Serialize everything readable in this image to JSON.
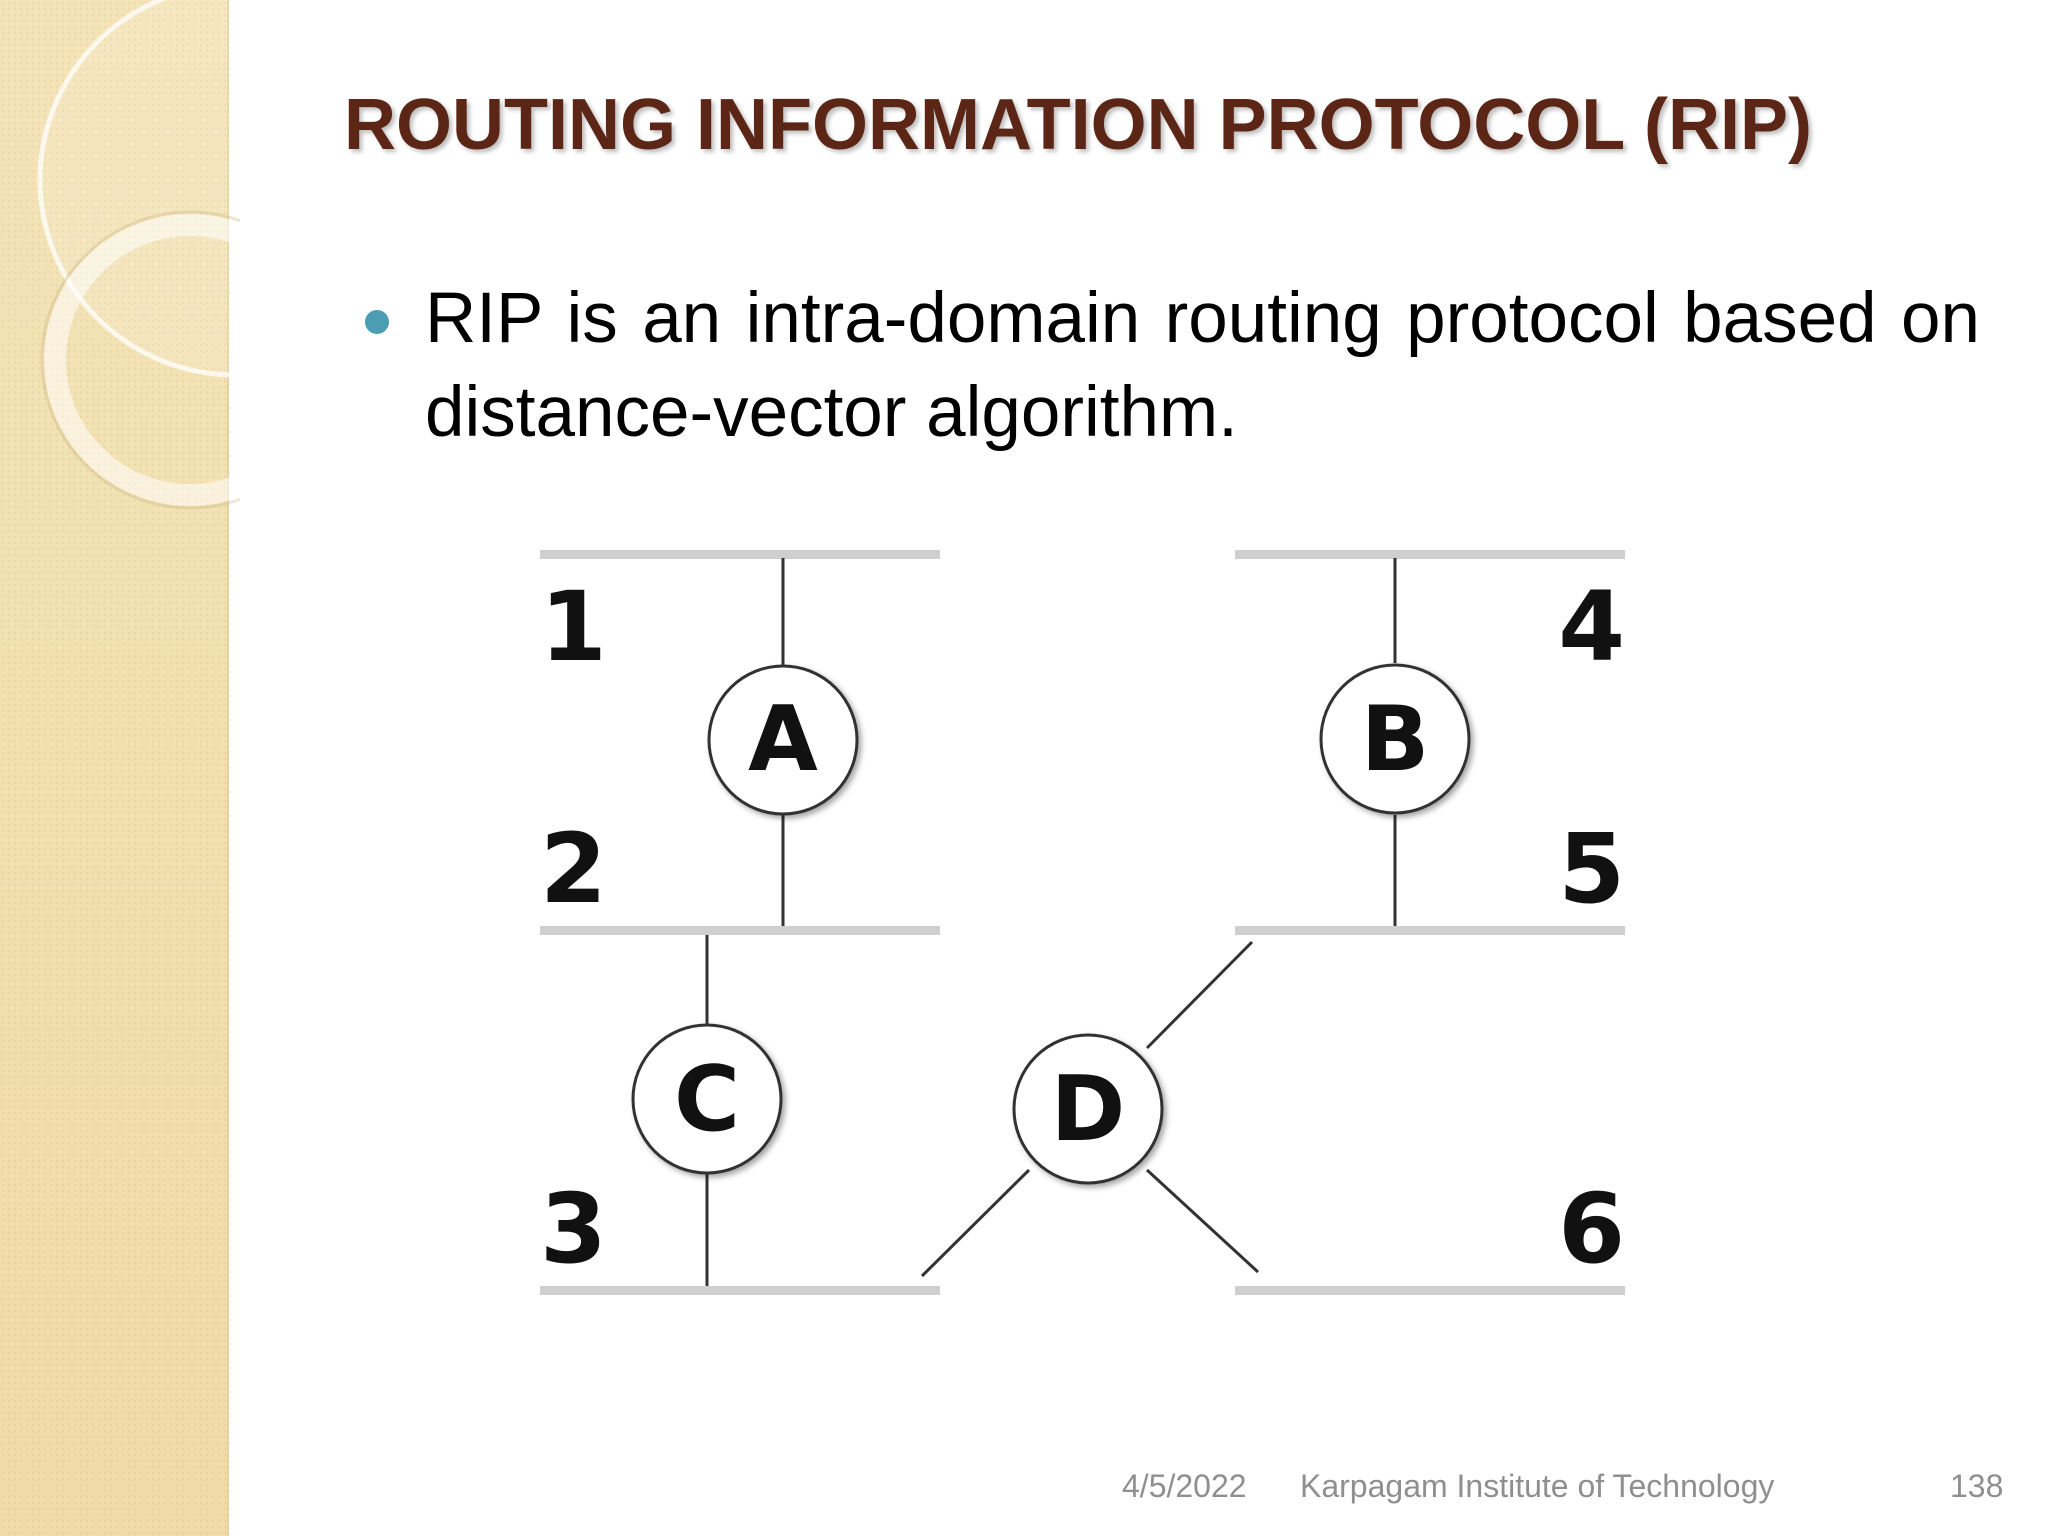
{
  "slide": {
    "title": "ROUTING INFORMATION PROTOCOL (RIP)",
    "bullet": "RIP is an intra-domain routing protocol based on distance-vector algorithm.",
    "footer": {
      "date": "4/5/2022",
      "organization": "Karpagam Institute of Technology",
      "page_number": "138"
    }
  },
  "diagram": {
    "networks": [
      "1",
      "2",
      "3",
      "4",
      "5",
      "6"
    ],
    "routers": [
      "A",
      "B",
      "C",
      "D"
    ],
    "links": [
      [
        "A",
        "1"
      ],
      [
        "A",
        "2"
      ],
      [
        "B",
        "4"
      ],
      [
        "B",
        "5"
      ],
      [
        "C",
        "2"
      ],
      [
        "C",
        "3"
      ],
      [
        "D",
        "3"
      ],
      [
        "D",
        "5"
      ],
      [
        "D",
        "6"
      ]
    ]
  },
  "colors": {
    "title": "#5c2617",
    "bullet": "#4b9db3",
    "side_panel": "#f2e0b0",
    "footer_text": "#8f8f8f",
    "network_bar": "#c8c8c8"
  }
}
